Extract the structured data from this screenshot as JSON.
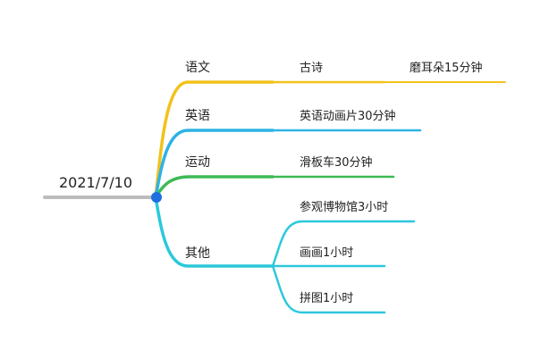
{
  "colors": {
    "root_line": "#bcbcbc",
    "root_dot": "#1e6fe0",
    "chinese": "#f2c21b",
    "english": "#2cb3e6",
    "sports": "#3cba54",
    "other": "#2cc8dc"
  },
  "mindmap": {
    "root": "2021/7/10",
    "branches": [
      {
        "label": "语文",
        "children": [
          {
            "label": "古诗",
            "children": [
              {
                "label": "磨耳朵15分钟"
              }
            ]
          }
        ]
      },
      {
        "label": "英语",
        "children": [
          {
            "label": "英语动画片30分钟"
          }
        ]
      },
      {
        "label": "运动",
        "children": [
          {
            "label": "滑板车30分钟"
          }
        ]
      },
      {
        "label": "其他",
        "children": [
          {
            "label": "参观博物馆3小时"
          },
          {
            "label": "画画1小时"
          },
          {
            "label": "拼图1小时"
          }
        ]
      }
    ]
  }
}
